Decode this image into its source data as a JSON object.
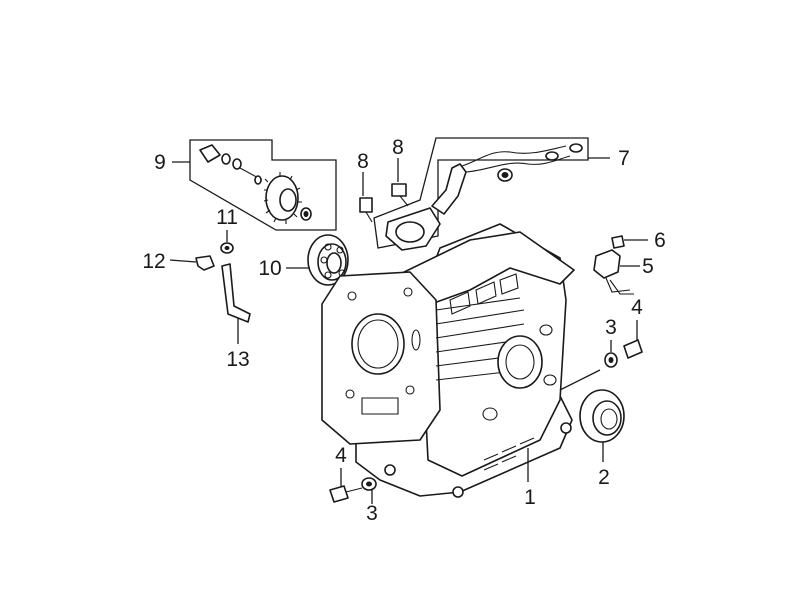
{
  "callouts": {
    "c1": "1",
    "c2": "2",
    "c3a": "3",
    "c3b": "3",
    "c4a": "4",
    "c4b": "4",
    "c5": "5",
    "c6": "6",
    "c7": "7",
    "c8a": "8",
    "c8b": "8",
    "c9": "9",
    "c10": "10",
    "c11": "11",
    "c12": "12",
    "c13": "13"
  }
}
